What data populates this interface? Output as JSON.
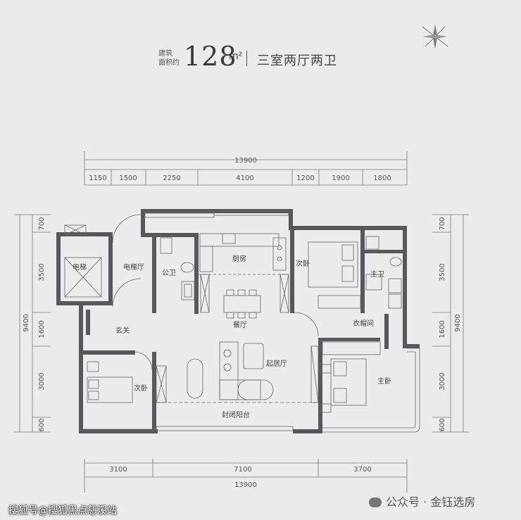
{
  "header": {
    "label_line1": "建筑",
    "label_line2": "面积约",
    "area_value": "128",
    "area_unit": "m²",
    "layout_title": "三室两厅两卫"
  },
  "dimensions": {
    "top_total": "13900",
    "top_segments": [
      "1150",
      "1500",
      "2250",
      "4100",
      "1200",
      "1900",
      "1800"
    ],
    "left_segments": [
      "700",
      "3500",
      "1600",
      "3000",
      "600"
    ],
    "left_total": "9400",
    "right_segments": [
      "700",
      "3500",
      "1600",
      "3000",
      "600"
    ],
    "right_total": "9400",
    "bottom_segments": [
      "3100",
      "7100",
      "3700"
    ],
    "bottom_total": "13900"
  },
  "rooms": {
    "elevator": "电梯",
    "elevator_hall": "电梯厅",
    "public_bath": "公卫",
    "kitchen": "厨房",
    "dining": "餐厅",
    "second_bedroom_top": "次卧",
    "master_bath": "主卫",
    "closet": "衣帽间",
    "foyer": "玄关",
    "living": "起居厅",
    "second_bedroom_bottom": "次卧",
    "master_bedroom": "主卧",
    "balcony": "封闭阳台"
  },
  "watermarks": {
    "left": "搜狐号@搜狐黑点慈溪站",
    "right": "公众号 · 金钰选房"
  },
  "colors": {
    "background": "#ececed",
    "wall": "#58585a",
    "line": "#666666"
  }
}
